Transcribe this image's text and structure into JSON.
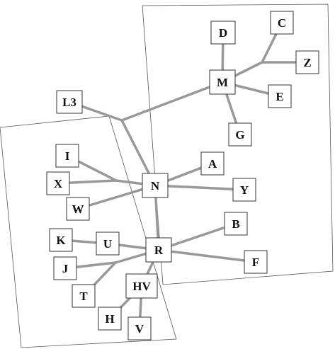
{
  "nodes": [
    {
      "id": "D",
      "label": "D"
    },
    {
      "id": "C",
      "label": "C"
    },
    {
      "id": "Z",
      "label": "Z"
    },
    {
      "id": "M",
      "label": "M"
    },
    {
      "id": "E",
      "label": "E"
    },
    {
      "id": "L3",
      "label": "L3"
    },
    {
      "id": "G",
      "label": "G"
    },
    {
      "id": "I",
      "label": "I"
    },
    {
      "id": "A",
      "label": "A"
    },
    {
      "id": "X",
      "label": "X"
    },
    {
      "id": "N",
      "label": "N"
    },
    {
      "id": "Y",
      "label": "Y"
    },
    {
      "id": "W",
      "label": "W"
    },
    {
      "id": "B",
      "label": "B"
    },
    {
      "id": "K",
      "label": "K"
    },
    {
      "id": "U",
      "label": "U"
    },
    {
      "id": "R",
      "label": "R"
    },
    {
      "id": "F",
      "label": "F"
    },
    {
      "id": "J",
      "label": "J"
    },
    {
      "id": "HV",
      "label": "HV"
    },
    {
      "id": "T",
      "label": "T"
    },
    {
      "id": "H",
      "label": "H"
    },
    {
      "id": "V",
      "label": "V"
    }
  ],
  "edges": [
    [
      "D",
      "M"
    ],
    [
      "C",
      "j1"
    ],
    [
      "Z",
      "j1"
    ],
    [
      "j1",
      "M"
    ],
    [
      "M",
      "E"
    ],
    [
      "M",
      "G"
    ],
    [
      "M",
      "j2"
    ],
    [
      "L3",
      "j2"
    ],
    [
      "j2",
      "N"
    ],
    [
      "I",
      "j3"
    ],
    [
      "X",
      "j3"
    ],
    [
      "j3",
      "N"
    ],
    [
      "W",
      "N"
    ],
    [
      "A",
      "N"
    ],
    [
      "Y",
      "N"
    ],
    [
      "N",
      "R"
    ],
    [
      "B",
      "R"
    ],
    [
      "F",
      "R"
    ],
    [
      "K",
      "U"
    ],
    [
      "U",
      "R"
    ],
    [
      "J",
      "j4"
    ],
    [
      "T",
      "j4"
    ],
    [
      "j4",
      "R"
    ],
    [
      "HV",
      "R"
    ],
    [
      "H",
      "HV"
    ],
    [
      "V",
      "HV"
    ]
  ],
  "regions": [
    {
      "id": "upper-region"
    },
    {
      "id": "lower-region"
    }
  ]
}
